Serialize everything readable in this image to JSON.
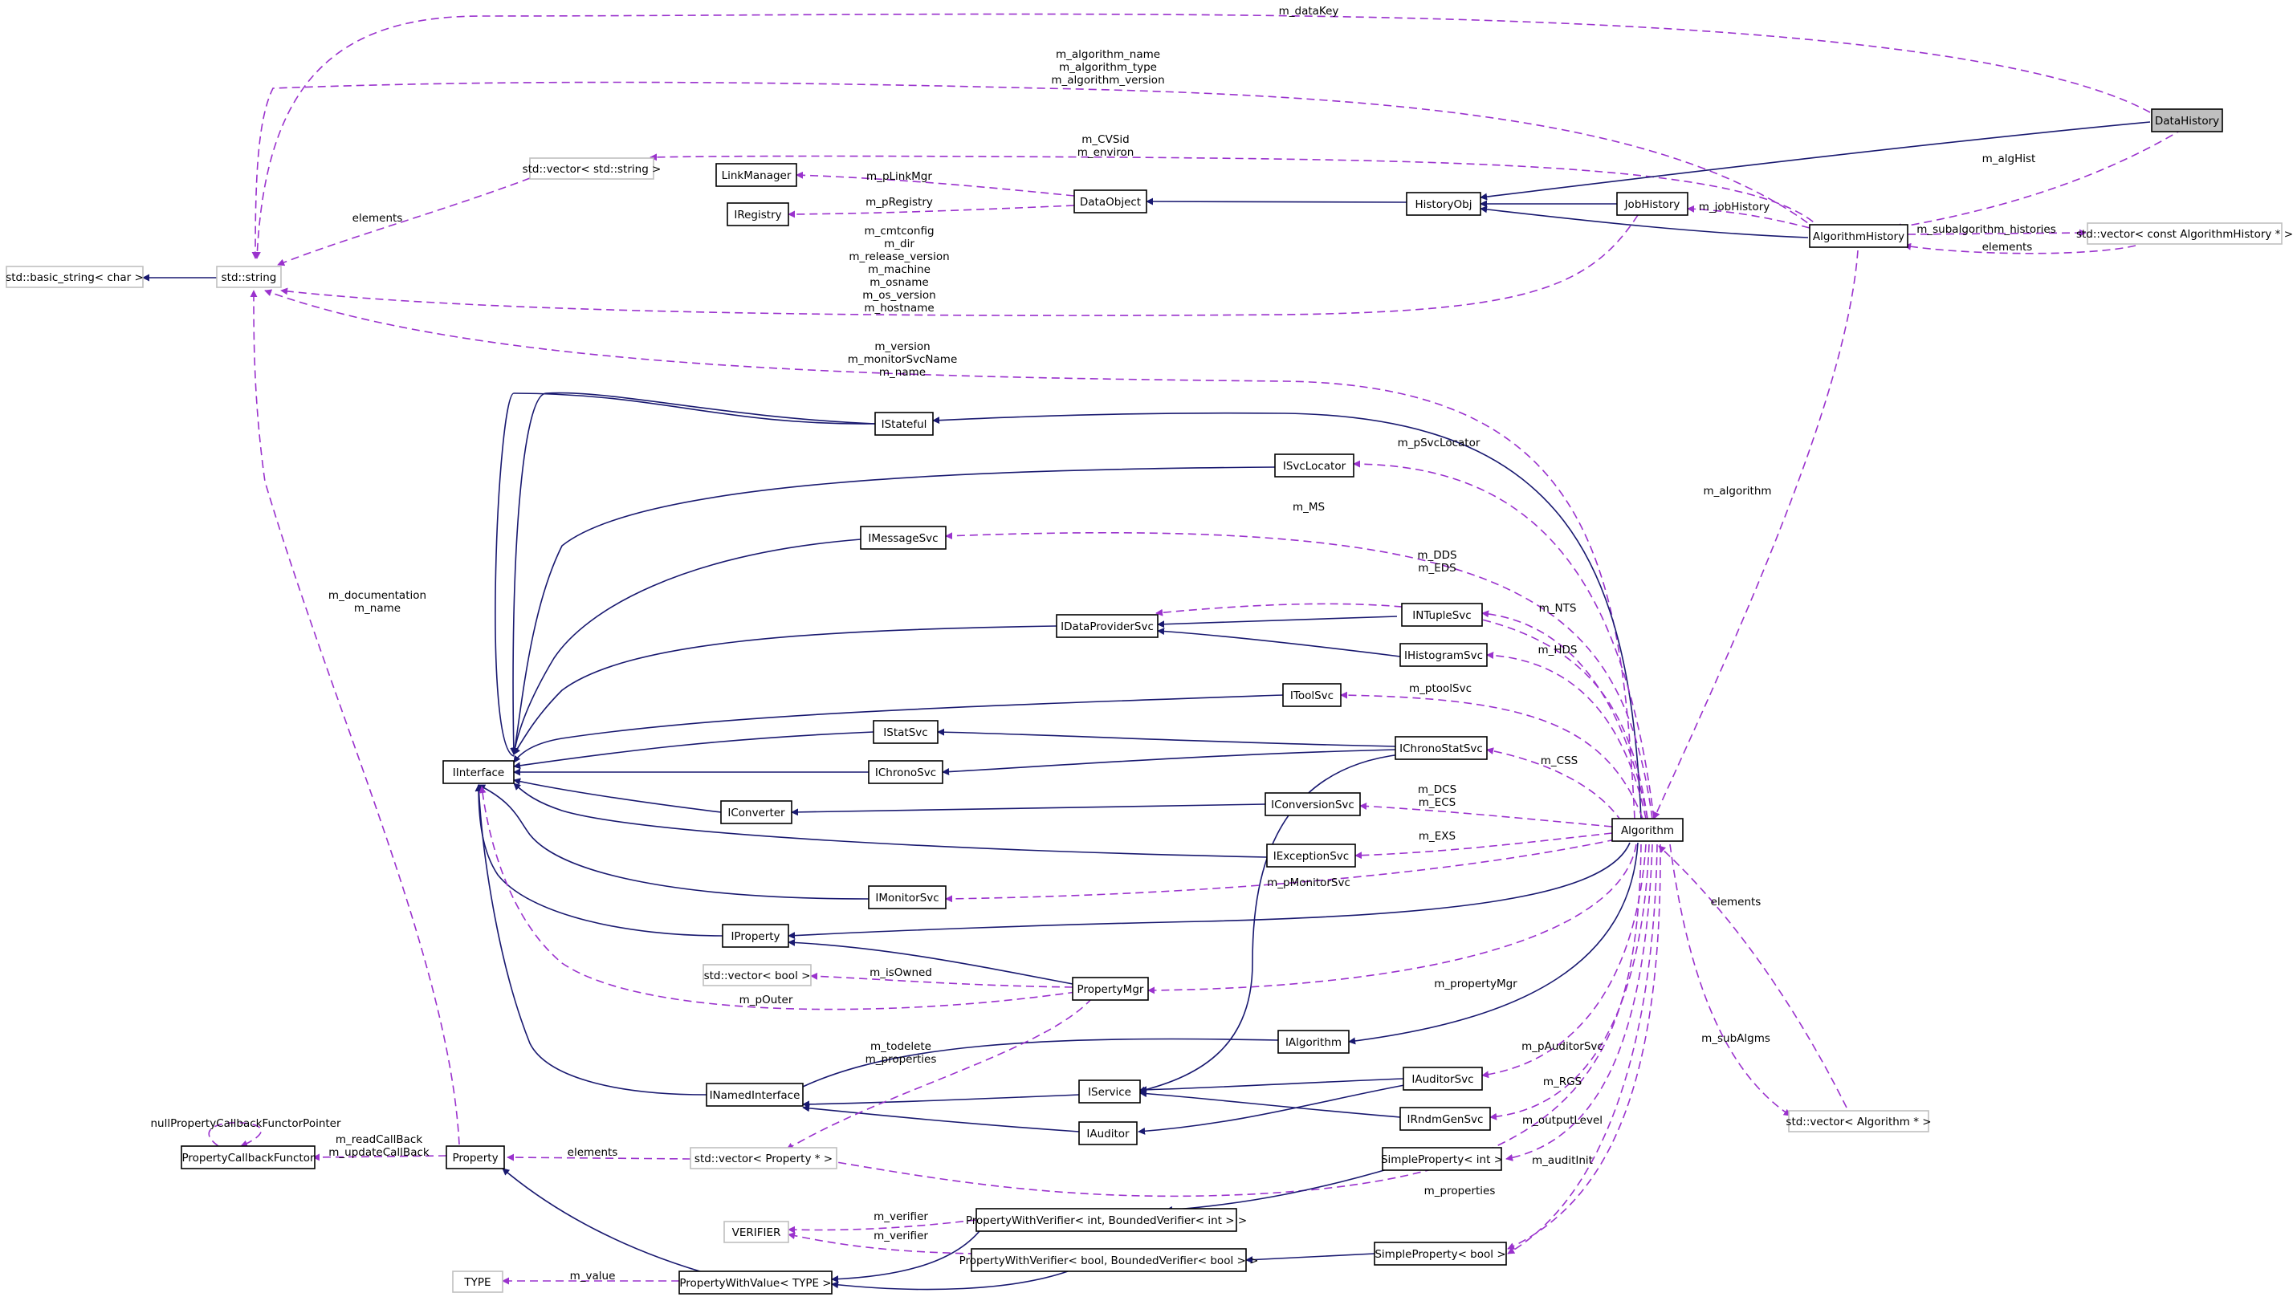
{
  "colors": {
    "inheritance_edge": "#191970",
    "usage_edge": "#9a32cd",
    "node_border": "#000000",
    "external_node_border": "#bfbfbf",
    "focus_node_fill": "#bfbfbf"
  },
  "nodes": {
    "DataHistory": "DataHistory",
    "AlgorithmHistory": "AlgorithmHistory",
    "vecAlgHist": "std::vector< const AlgorithmHistory * >",
    "HistoryObj": "HistoryObj",
    "JobHistory": "JobHistory",
    "DataObject": "DataObject",
    "LinkManager": "LinkManager",
    "IRegistry": "IRegistry",
    "vecString": "std::vector< std::string >",
    "stdString": "std::string",
    "basicString": "std::basic_string< char >",
    "IStateful": "IStateful",
    "ISvcLocator": "ISvcLocator",
    "IMessageSvc": "IMessageSvc",
    "IDataProviderSvc": "IDataProviderSvc",
    "INTupleSvc": "INTupleSvc",
    "IHistogramSvc": "IHistogramSvc",
    "IToolSvc": "IToolSvc",
    "IStatSvc": "IStatSvc",
    "IChronoStatSvc": "IChronoStatSvc",
    "IChronoSvc": "IChronoSvc",
    "IInterface": "IInterface",
    "IConverter": "IConverter",
    "IConversionSvc": "IConversionSvc",
    "IExceptionSvc": "IExceptionSvc",
    "Algorithm": "Algorithm",
    "IMonitorSvc": "IMonitorSvc",
    "IProperty": "IProperty",
    "vecBool": "std::vector< bool >",
    "PropertyMgr": "PropertyMgr",
    "IAlgorithm": "IAlgorithm",
    "IService": "IService",
    "INamedInterface": "INamedInterface",
    "IAuditorSvc": "IAuditorSvc",
    "IAuditor": "IAuditor",
    "IRndmGenSvc": "IRndmGenSvc",
    "vecAlgorithm": "std::vector< Algorithm * >",
    "PropertyCallbackFunctor": "PropertyCallbackFunctor",
    "Property": "Property",
    "vecProperty": "std::vector< Property * >",
    "SimplePropertyInt": "SimpleProperty< int >",
    "PWVInt": "PropertyWithVerifier< int, BoundedVerifier< int > >",
    "VERIFIER": "VERIFIER",
    "PWVBool": "PropertyWithVerifier< bool, BoundedVerifier< bool > >",
    "SimplePropertyBool": "SimpleProperty< bool >",
    "TYPE": "TYPE",
    "PWV_TYPE": "PropertyWithValue< TYPE >"
  },
  "labels": {
    "m_dataKey": [
      "m_dataKey"
    ],
    "m_algorithm_meta": [
      "m_algorithm_name",
      "m_algorithm_type",
      "m_algorithm_version"
    ],
    "m_CVSid_environ": [
      "m_CVSid",
      "m_environ"
    ],
    "m_algHist": [
      "m_algHist"
    ],
    "m_subalgorithm_histories": [
      "m_subalgorithm_histories"
    ],
    "elements_alghist": [
      "elements"
    ],
    "m_pLinkMgr": [
      "m_pLinkMgr"
    ],
    "m_pRegistry": [
      "m_pRegistry"
    ],
    "m_jobHistory": [
      "m_jobHistory"
    ],
    "elements_vecString": [
      "elements"
    ],
    "jobhistory_strings": [
      "m_cmtconfig",
      "m_dir",
      "m_release_version",
      "m_machine",
      "m_osname",
      "m_os_version",
      "m_hostname"
    ],
    "alg_strings": [
      "m_version",
      "m_monitorSvcName",
      "m_name"
    ],
    "m_pSvcLocator": [
      "m_pSvcLocator"
    ],
    "m_algorithm": [
      "m_algorithm"
    ],
    "m_MS": [
      "m_MS"
    ],
    "m_DDS_EDS": [
      "m_DDS",
      "m_EDS"
    ],
    "m_NTS": [
      "m_NTS"
    ],
    "m_HDS": [
      "m_HDS"
    ],
    "m_ptoolSvc": [
      "m_ptoolSvc"
    ],
    "m_CSS": [
      "m_CSS"
    ],
    "m_DCS_ECS": [
      "m_DCS",
      "m_ECS"
    ],
    "m_EXS": [
      "m_EXS"
    ],
    "m_pMonitorSvc": [
      "m_pMonitorSvc"
    ],
    "elements_vecAlg": [
      "elements"
    ],
    "m_documentation_name": [
      "m_documentation",
      "m_name"
    ],
    "m_isOwned": [
      "m_isOwned"
    ],
    "m_pOuter": [
      "m_pOuter"
    ],
    "m_propertyMgr": [
      "m_propertyMgr"
    ],
    "m_todelete_properties": [
      "m_todelete",
      "m_properties"
    ],
    "m_subAlgms": [
      "m_subAlgms"
    ],
    "m_pAuditorSvc": [
      "m_pAuditorSvc"
    ],
    "m_RGS": [
      "m_RGS"
    ],
    "m_outputLevel": [
      "m_outputLevel"
    ],
    "nullPropertyCallbackFunctorPointer": [
      "nullPropertyCallbackFunctorPointer"
    ],
    "m_callbacks": [
      "m_readCallBack",
      "m_updateCallBack"
    ],
    "elements_vecProp": [
      "elements"
    ],
    "m_auditInit": [
      "m_auditInit"
    ],
    "m_properties_alg": [
      "m_properties"
    ],
    "m_verifier_int": [
      "m_verifier"
    ],
    "m_verifier_bool": [
      "m_verifier"
    ],
    "m_value": [
      "m_value"
    ]
  }
}
